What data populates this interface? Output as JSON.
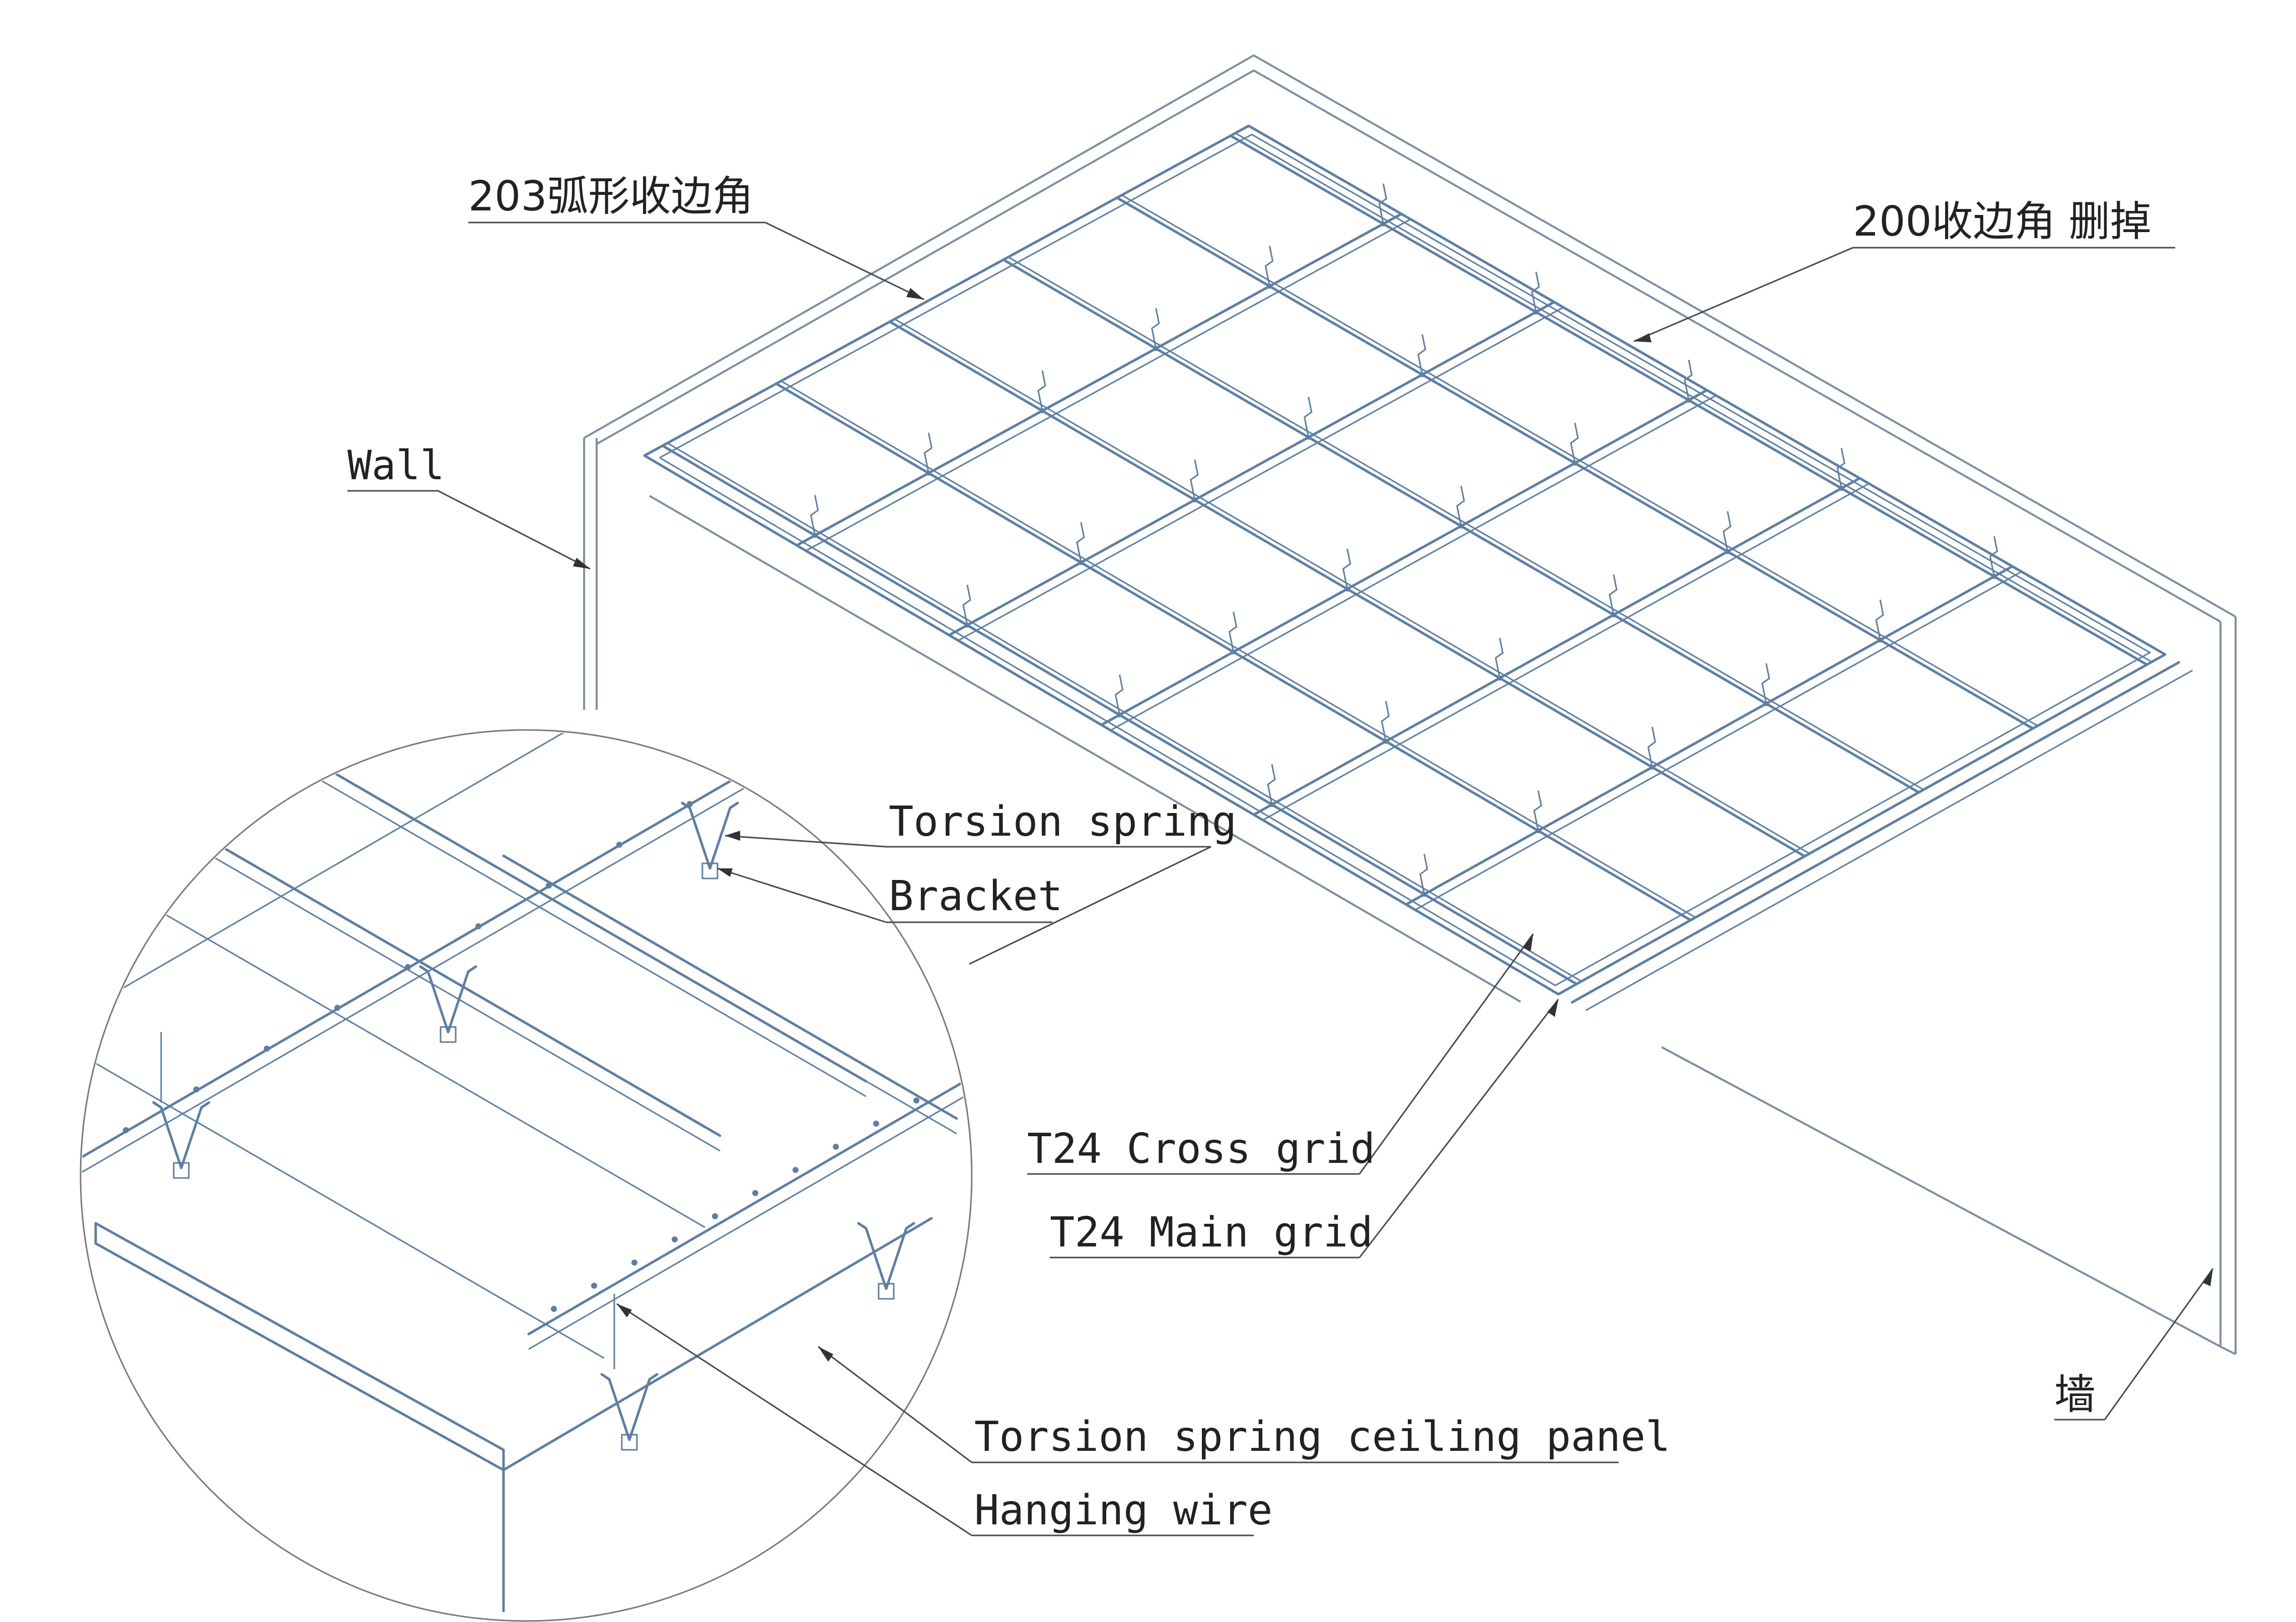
{
  "labels": {
    "arc_edge_trim": "203弧形收边角",
    "edge_trim_delete": "200收边角 删掉",
    "wall_en": "Wall",
    "torsion_spring": "Torsion spring",
    "bracket": "Bracket",
    "cross_grid": "T24 Cross grid",
    "main_grid": "T24 Main grid",
    "wall_cn": "墙",
    "panel": "Torsion spring ceiling panel",
    "hanging_wire": "Hanging wire"
  },
  "colors": {
    "line_art": "#5d7fa3",
    "leader": "#4a4a4a",
    "text": "#222222",
    "background": "#ffffff"
  }
}
